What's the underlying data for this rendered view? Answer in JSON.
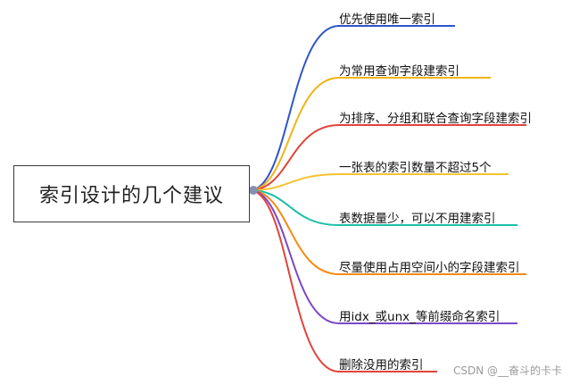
{
  "root": {
    "title": "索引设计的几个建议"
  },
  "branches": [
    {
      "label": "优先使用唯一索引",
      "color": "#2f55c8"
    },
    {
      "label": "为常用查询字段建索引",
      "color": "#f2b416"
    },
    {
      "label": "为排序、分组和联合查询字段建索引",
      "color": "#e0443c"
    },
    {
      "label": "一张表的索引数量不超过5个",
      "color": "#f5c230"
    },
    {
      "label": "表数据量少，可以不用建索引",
      "color": "#1cc0a8"
    },
    {
      "label": "尽量使用占用空间小的字段建索引",
      "color": "#f58a12"
    },
    {
      "label": "用idx_或unx_等前缀命名索引",
      "color": "#7a48c8"
    },
    {
      "label": "删除没用的索引",
      "color": "#e0443c"
    }
  ],
  "watermark": "CSDN @__奋斗的卡卡"
}
